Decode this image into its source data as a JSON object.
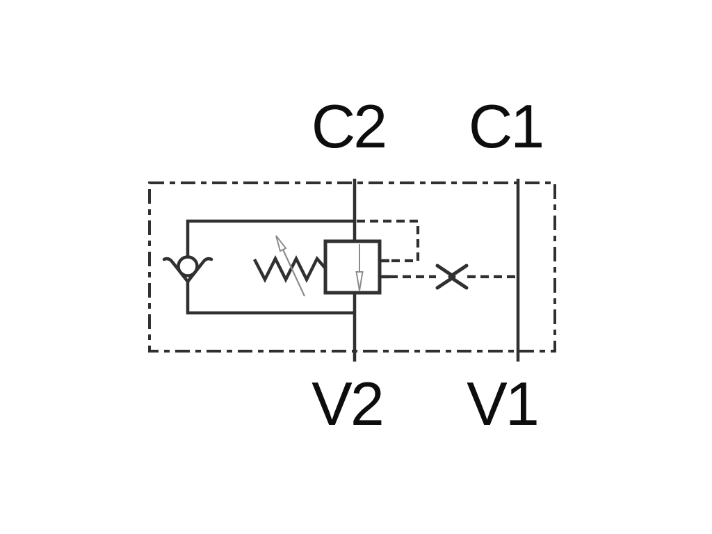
{
  "colors": {
    "line": "#303030",
    "text": "#0d0d0d",
    "thin": "#8c8c8c",
    "background": "#ffffff"
  },
  "diagram": {
    "ports": {
      "c2": "C2",
      "c1": "C1",
      "v2": "V2",
      "v1": "V1"
    },
    "symbols": {
      "enclosure": "dash-dot-boundary-box",
      "port_line_c2_v2": "c2-v2-port-line",
      "port_line_c1_v1": "c1-v1-port-line",
      "check_valve": "check-valve-icon",
      "spring": "adjustable-spring-icon",
      "adjustment_arrow": "adjustment-arrow-icon",
      "valve_body": "relief-valve-body",
      "flow_arrow": "down-flow-arrow-icon",
      "pilot_line_upper": "dashed-pilot-loop",
      "pilot_line_lower": "dashed-pilot-line",
      "orifice": "orifice-restrictor-icon"
    }
  }
}
